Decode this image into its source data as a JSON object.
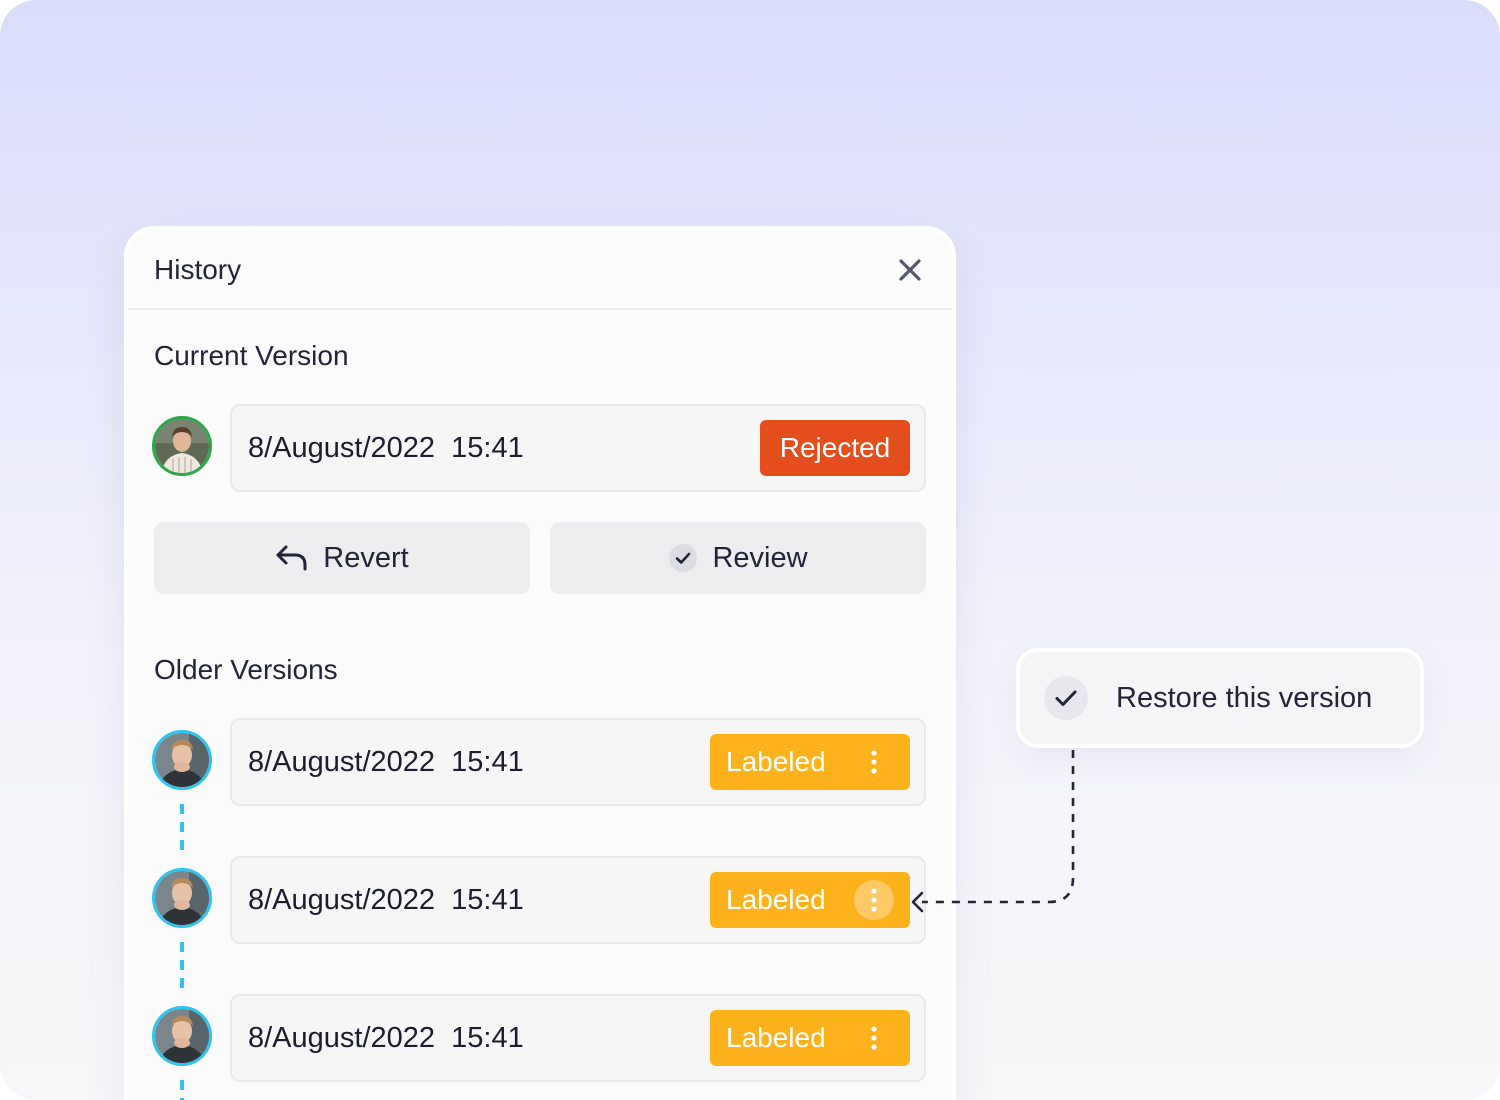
{
  "panel": {
    "title": "History",
    "close_icon": "close-icon"
  },
  "current_version": {
    "title": "Current Version",
    "date": "8/August/2022  15:41",
    "status": "Rejected",
    "status_color": "#e34e1c",
    "avatar_ring_color": "#2ba84a"
  },
  "actions": {
    "revert_label": "Revert",
    "revert_icon": "undo-arrow-icon",
    "review_label": "Review",
    "review_icon": "check-circle-icon"
  },
  "older_versions": {
    "title": "Older Versions",
    "avatar_ring_color": "#2ec4ef",
    "items": [
      {
        "date": "8/August/2022  15:41",
        "status": "Labeled",
        "menu_active": false
      },
      {
        "date": "8/August/2022  15:41",
        "status": "Labeled",
        "menu_active": true
      },
      {
        "date": "8/August/2022  15:41",
        "status": "Labeled",
        "menu_active": false
      }
    ],
    "status_color": "#fdb21c"
  },
  "popover": {
    "label": "Restore this version",
    "icon": "check-icon"
  }
}
